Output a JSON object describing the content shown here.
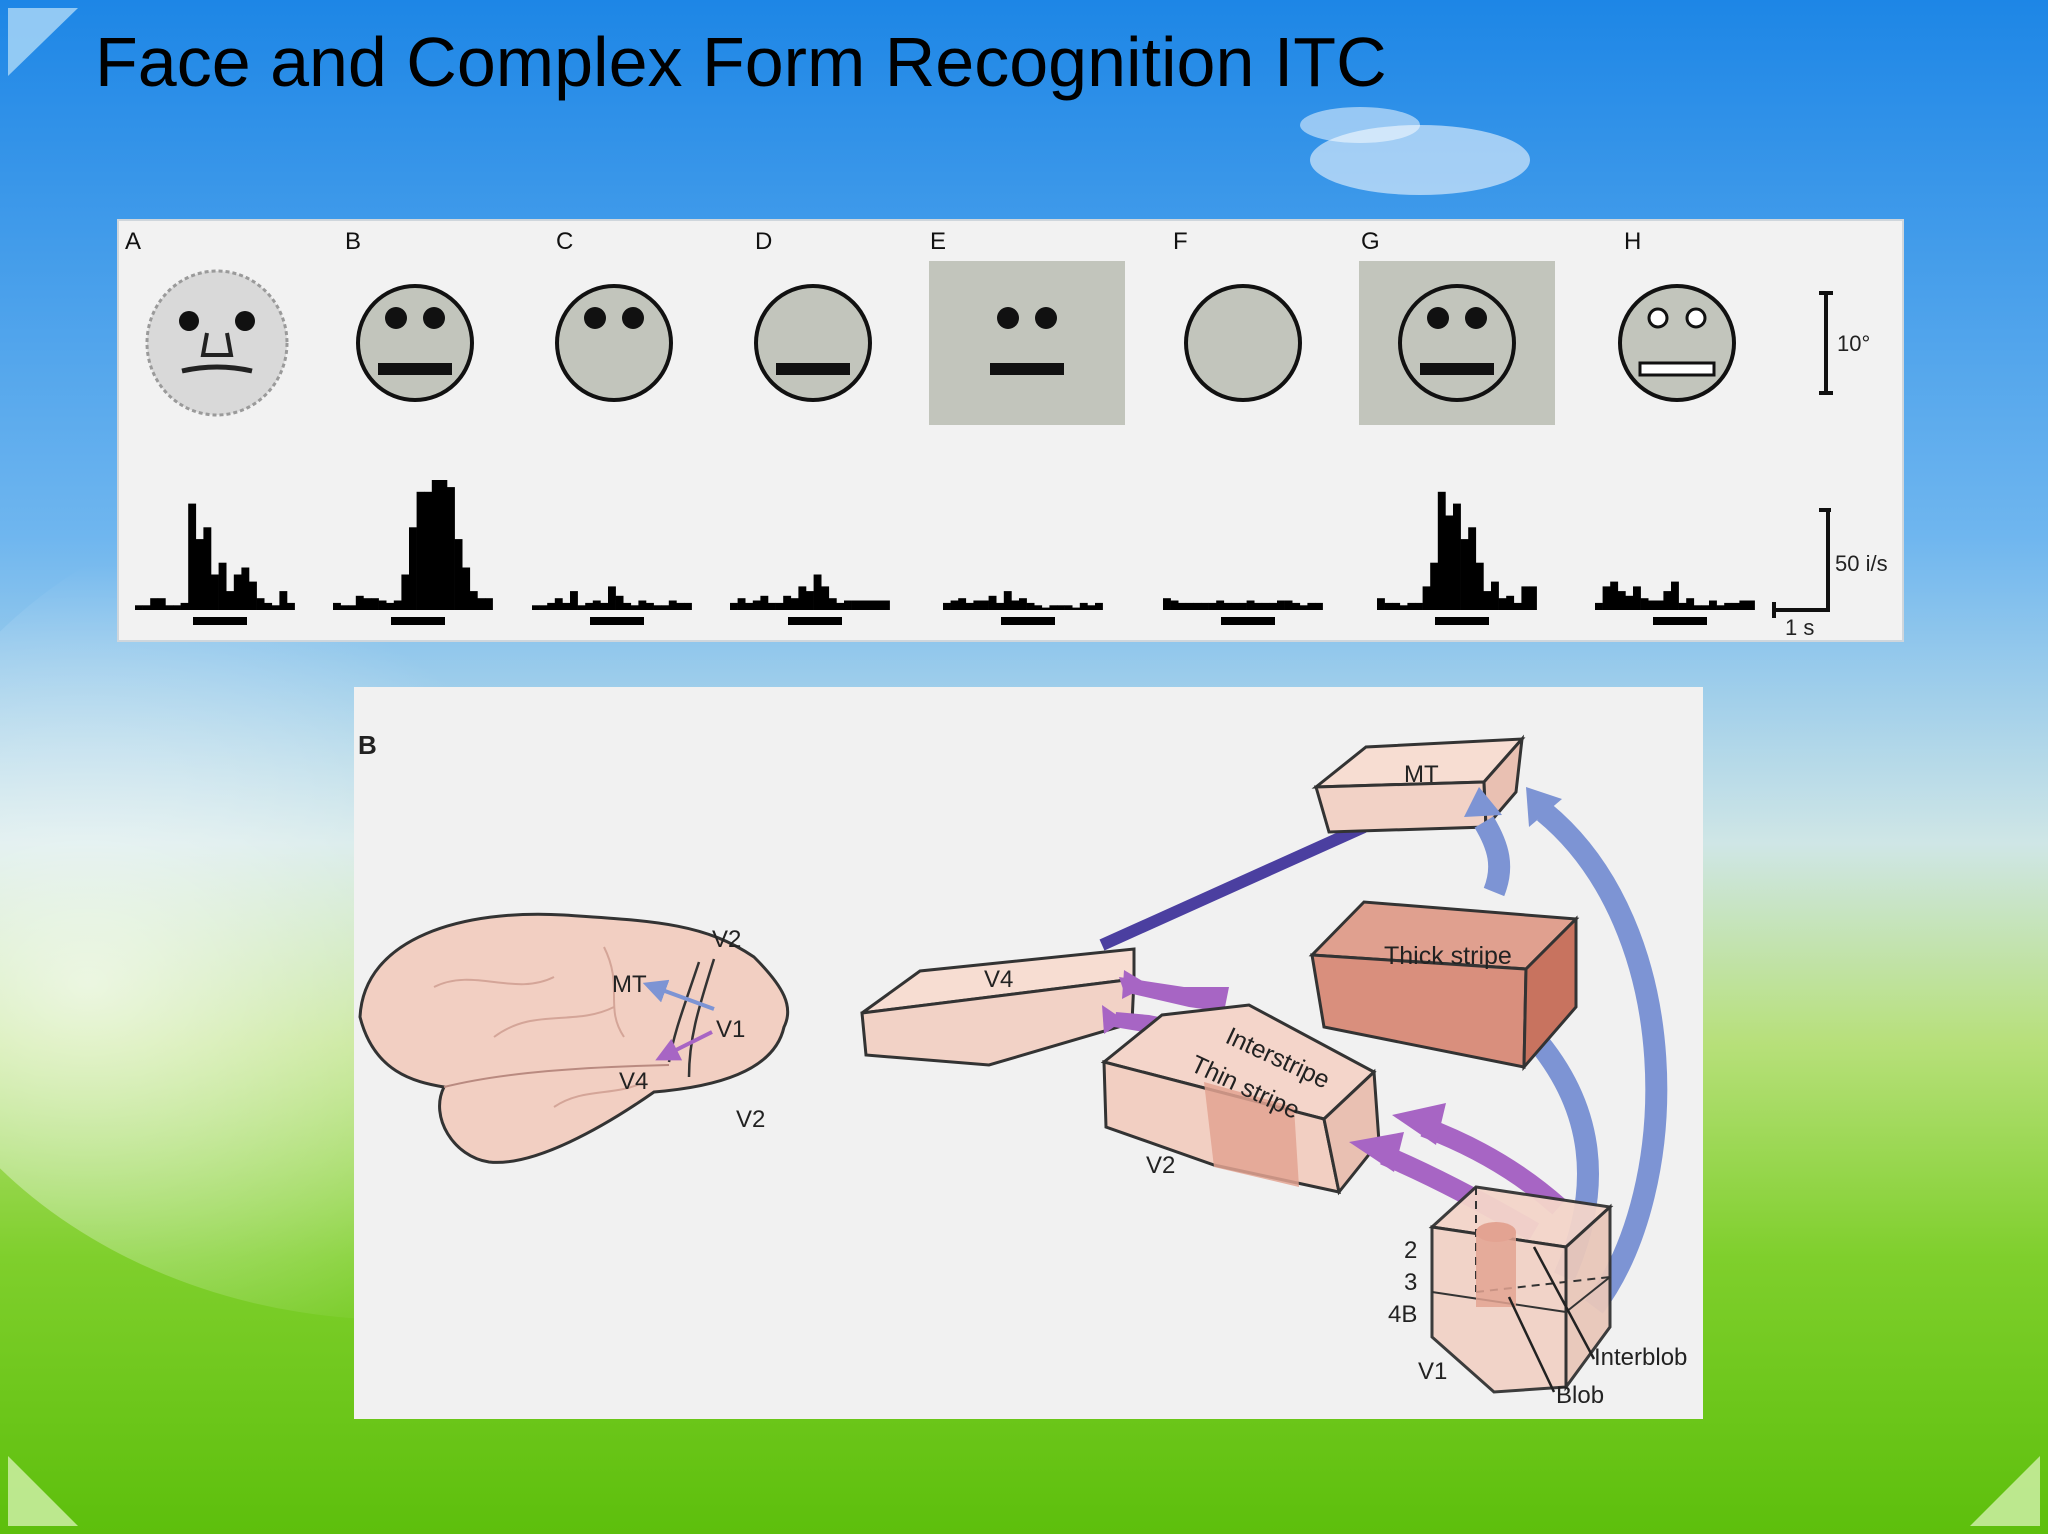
{
  "slide": {
    "title": "Face and Complex Form Recognition ITC"
  },
  "figure_a": {
    "stimuli": [
      {
        "label": "A",
        "kind": "monkey-face"
      },
      {
        "label": "B",
        "kind": "eyes-and-mouth"
      },
      {
        "label": "C",
        "kind": "eyes-only"
      },
      {
        "label": "D",
        "kind": "mouth-only"
      },
      {
        "label": "E",
        "kind": "features-no-outline"
      },
      {
        "label": "F",
        "kind": "outline-only"
      },
      {
        "label": "G",
        "kind": "features-on-square"
      },
      {
        "label": "H",
        "kind": "hollow-features"
      }
    ],
    "size_scale_label": "10°",
    "rate_scale_label": "50 i/s",
    "time_scale_label": "1 s",
    "histograms": [
      [
        2,
        2,
        5,
        5,
        2,
        2,
        3,
        45,
        30,
        35,
        15,
        20,
        8,
        15,
        18,
        12,
        5,
        3,
        2,
        8,
        3
      ],
      [
        3,
        2,
        2,
        6,
        5,
        5,
        4,
        3,
        4,
        15,
        35,
        50,
        50,
        55,
        55,
        52,
        30,
        18,
        8,
        5,
        5
      ],
      [
        2,
        2,
        3,
        5,
        3,
        8,
        2,
        3,
        4,
        3,
        10,
        6,
        3,
        2,
        4,
        3,
        2,
        2,
        4,
        3,
        3
      ],
      [
        3,
        5,
        3,
        4,
        6,
        3,
        3,
        6,
        5,
        10,
        8,
        15,
        10,
        5,
        3,
        4,
        4,
        4,
        4,
        4,
        4
      ],
      [
        3,
        4,
        5,
        3,
        4,
        4,
        6,
        3,
        8,
        4,
        5,
        3,
        2,
        1,
        2,
        2,
        2,
        1,
        3,
        2,
        3
      ],
      [
        5,
        4,
        3,
        3,
        3,
        3,
        3,
        4,
        3,
        3,
        3,
        4,
        3,
        3,
        3,
        4,
        4,
        3,
        2,
        3,
        3
      ],
      [
        5,
        3,
        3,
        2,
        3,
        3,
        10,
        20,
        50,
        40,
        45,
        30,
        35,
        20,
        8,
        12,
        5,
        6,
        3,
        10,
        10
      ],
      [
        3,
        10,
        12,
        8,
        6,
        10,
        5,
        4,
        4,
        8,
        12,
        3,
        5,
        2,
        2,
        4,
        2,
        3,
        3,
        4,
        4
      ]
    ]
  },
  "figure_b": {
    "panel_label": "B",
    "brain_labels": {
      "v2_top": "V2",
      "mt": "MT",
      "v1": "V1",
      "v4": "V4",
      "v2_bottom": "V2"
    },
    "box_labels": {
      "mt": "MT",
      "thick_stripe": "Thick stripe",
      "v4": "V4",
      "interstripe": "Interstripe",
      "thin_stripe": "Thin stripe",
      "v2": "V2",
      "v1": "V1"
    },
    "layer_labels": [
      "2",
      "3",
      "4B"
    ],
    "v1_part_labels": {
      "interblob": "Interblob",
      "blob": "Blob"
    },
    "colors": {
      "tissue": "#f2d2c6",
      "stripe_dark": "#d98f7d",
      "magnocellular_arrow": "#7d94d4",
      "parvocellular_arrow": "#a765c4",
      "v4_to_mt": "#4b3fa0"
    }
  }
}
